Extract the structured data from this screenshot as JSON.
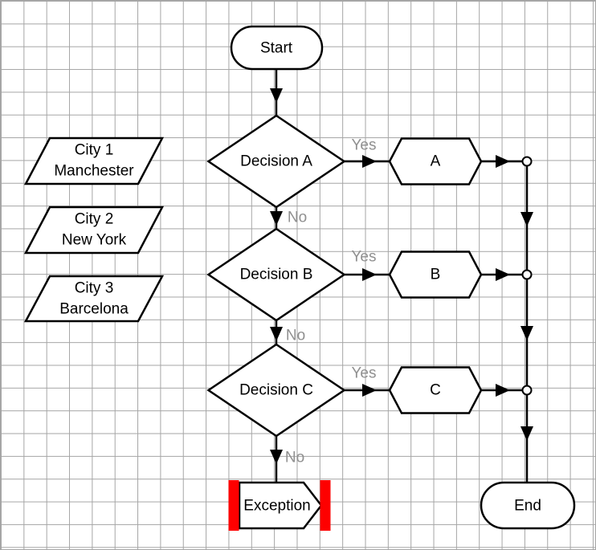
{
  "nodes": {
    "start": "Start",
    "decision_a": "Decision A",
    "decision_b": "Decision B",
    "decision_c": "Decision C",
    "process_a": "A",
    "process_b": "B",
    "process_c": "C",
    "exception": "Exception",
    "end": "End"
  },
  "edge_labels": {
    "yes_a": "Yes",
    "yes_b": "Yes",
    "yes_c": "Yes",
    "no_a": "No",
    "no_b": "No",
    "no_c": "No"
  },
  "inputs": [
    {
      "title": "City 1",
      "value": "Manchester"
    },
    {
      "title": "City 2",
      "value": "New York"
    },
    {
      "title": "City 3",
      "value": "Barcelona"
    }
  ],
  "colors": {
    "grid": "#a5a5a5",
    "shape_stroke": "#000000",
    "shape_fill": "#ffffff",
    "edge_label": "#909090",
    "exception_bar": "#fe0000",
    "node_text": "#000000",
    "background": "#ffffff"
  }
}
